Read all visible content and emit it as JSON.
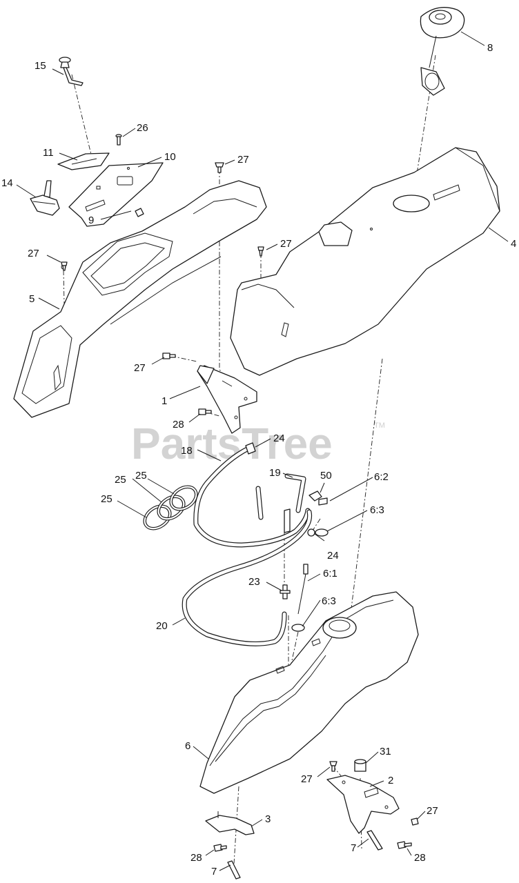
{
  "watermark": {
    "text": "PartsTree",
    "trademark": "TM"
  },
  "callouts": [
    {
      "id": "c-15",
      "text": "15"
    },
    {
      "id": "c-26",
      "text": "26"
    },
    {
      "id": "c-11",
      "text": "11"
    },
    {
      "id": "c-10",
      "text": "10"
    },
    {
      "id": "c-14",
      "text": "14"
    },
    {
      "id": "c-9",
      "text": "9"
    },
    {
      "id": "c-27a",
      "text": "27"
    },
    {
      "id": "c-27b",
      "text": "27"
    },
    {
      "id": "c-27c",
      "text": "27"
    },
    {
      "id": "c-5",
      "text": "5"
    },
    {
      "id": "c-8",
      "text": "8"
    },
    {
      "id": "c-4",
      "text": "4"
    },
    {
      "id": "c-27d",
      "text": "27"
    },
    {
      "id": "c-1",
      "text": "1"
    },
    {
      "id": "c-28a",
      "text": "28"
    },
    {
      "id": "c-24a",
      "text": "24"
    },
    {
      "id": "c-18",
      "text": "18"
    },
    {
      "id": "c-25a",
      "text": "25"
    },
    {
      "id": "c-25b",
      "text": "25"
    },
    {
      "id": "c-25c",
      "text": "25"
    },
    {
      "id": "c-19",
      "text": "19"
    },
    {
      "id": "c-50",
      "text": "50"
    },
    {
      "id": "c-6-2",
      "text": "6:2"
    },
    {
      "id": "c-6-3a",
      "text": "6:3"
    },
    {
      "id": "c-24b",
      "text": "24"
    },
    {
      "id": "c-6-1",
      "text": "6:1"
    },
    {
      "id": "c-23",
      "text": "23"
    },
    {
      "id": "c-6-3b",
      "text": "6:3"
    },
    {
      "id": "c-20",
      "text": "20"
    },
    {
      "id": "c-6",
      "text": "6"
    },
    {
      "id": "c-31",
      "text": "31"
    },
    {
      "id": "c-27e",
      "text": "27"
    },
    {
      "id": "c-2",
      "text": "2"
    },
    {
      "id": "c-27f",
      "text": "27"
    },
    {
      "id": "c-3",
      "text": "3"
    },
    {
      "id": "c-28b",
      "text": "28"
    },
    {
      "id": "c-7a",
      "text": "7"
    },
    {
      "id": "c-28c",
      "text": "28"
    },
    {
      "id": "c-7b",
      "text": "7"
    }
  ]
}
